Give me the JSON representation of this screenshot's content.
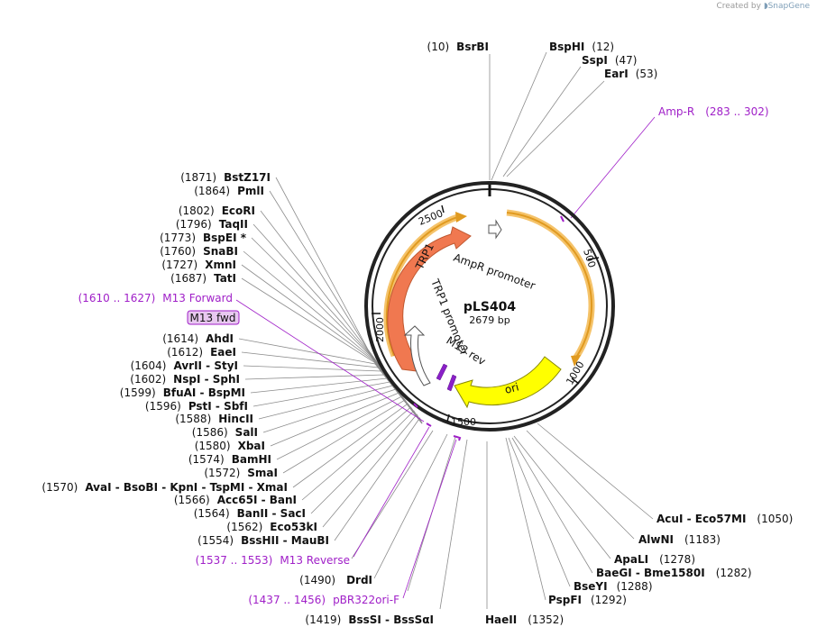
{
  "credit": {
    "prefix": "Created by",
    "brand": "SnapGene"
  },
  "plasmid": {
    "name": "pLS404",
    "length": "2679 bp",
    "tick_labels": [
      "500",
      "1000",
      "1500",
      "2000",
      "2500"
    ]
  },
  "features": {
    "ampr_promoter": "AmpR promoter",
    "trp1_promoter": "TRP1 promoter",
    "trp1": "TRP1",
    "ori": "ori",
    "m13_rev": "M13 rev"
  },
  "primers": [
    {
      "range": "(283 .. 302)",
      "name": "Amp-R"
    },
    {
      "range": "(1610 .. 1627)",
      "name": "M13 Forward"
    },
    {
      "range": "(1537 .. 1553)",
      "name": "M13 Reverse"
    },
    {
      "range": "(1437 .. 1456)",
      "name": "pBR322ori-F"
    }
  ],
  "m13fwd_box": "M13 fwd",
  "sites_top": [
    {
      "pos": "(10)",
      "name": "BsrBI"
    },
    {
      "name": "BspHI",
      "pos": "(12)"
    },
    {
      "name": "SspI",
      "pos": "(47)"
    },
    {
      "name": "EarI",
      "pos": "(53)"
    }
  ],
  "sites_right": [
    {
      "name": "AcuI  -  Eco57MI",
      "pos": "(1050)"
    },
    {
      "name": "AlwNI",
      "pos": "(1183)"
    },
    {
      "name": "ApaLI",
      "pos": "(1278)"
    },
    {
      "name": "BaeGI  -  Bme1580I",
      "pos": "(1282)"
    },
    {
      "name": "BseYI",
      "pos": "(1288)"
    },
    {
      "name": "PspFI",
      "pos": "(1292)"
    }
  ],
  "sites_bottom": [
    {
      "name": "HaeII",
      "pos": "(1352)"
    },
    {
      "pos": "(1419)",
      "name": "BssSI  -  BssSαI"
    },
    {
      "pos": "(1490)",
      "name": "DrdI"
    }
  ],
  "sites_left": [
    {
      "pos": "(1871)",
      "name": "BstZ17I"
    },
    {
      "pos": "(1864)",
      "name": "PmlI"
    },
    {
      "pos": "(1802)",
      "name": "EcoRI"
    },
    {
      "pos": "(1796)",
      "name": "TaqII"
    },
    {
      "pos": "(1773)",
      "name": "BspEI *"
    },
    {
      "pos": "(1760)",
      "name": "SnaBI"
    },
    {
      "pos": "(1727)",
      "name": "XmnI"
    },
    {
      "pos": "(1687)",
      "name": "TatI"
    },
    {
      "pos": "(1614)",
      "name": "AhdI"
    },
    {
      "pos": "(1612)",
      "name": "EaeI"
    },
    {
      "pos": "(1604)",
      "name": "AvrII  -  StyI"
    },
    {
      "pos": "(1602)",
      "name": "NspI  -  SphI"
    },
    {
      "pos": "(1599)",
      "name": "BfuAI  -  BspMI"
    },
    {
      "pos": "(1596)",
      "name": "PstI  -  SbfI"
    },
    {
      "pos": "(1588)",
      "name": "HincII"
    },
    {
      "pos": "(1586)",
      "name": "SalI"
    },
    {
      "pos": "(1580)",
      "name": "XbaI"
    },
    {
      "pos": "(1574)",
      "name": "BamHI"
    },
    {
      "pos": "(1572)",
      "name": "SmaI"
    },
    {
      "pos": "(1570)",
      "name": "AvaI  -  BsoBI  -  KpnI  -  TspMI  -  XmaI"
    },
    {
      "pos": "(1566)",
      "name": "Acc65I  -  BanI"
    },
    {
      "pos": "(1564)",
      "name": "BanII  -  SacI"
    },
    {
      "pos": "(1562)",
      "name": "Eco53kI"
    },
    {
      "pos": "(1554)",
      "name": "BssHII  -  MauBI"
    }
  ]
}
